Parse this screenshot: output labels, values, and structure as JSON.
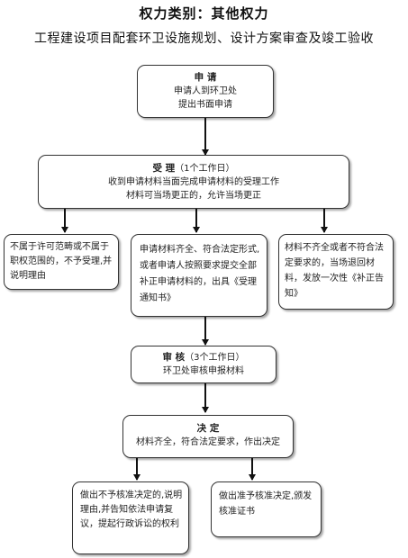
{
  "header": {
    "title": "权力类别：其他权力",
    "subtitle": "工程建设项目配套环卫设施规划、设计方案审查及竣工验收"
  },
  "steps": {
    "apply": {
      "heading": "申   请",
      "lines": [
        "申请人到环卫处",
        "提出书面申请"
      ]
    },
    "accept": {
      "heading": "受    理",
      "duration": "（1个工作日）",
      "lines": [
        "收到申请材料当面完成申请材料的受理工作",
        "材料可当场更正的，允许当场更正"
      ]
    },
    "reject_scope": {
      "text": "不属于许可范畴或不属于职权范围的，不予受理,并说明理由"
    },
    "accept_notice": {
      "text": "申请材料齐全、符合法定形式,或者申请人按照要求提交全部补正申请材料的，出具《受理通知书》"
    },
    "supplement": {
      "text": "材料不齐全或者不符合法定要求的，当场退回材料，发放一次性《补正告知》"
    },
    "review": {
      "heading": "审    核",
      "duration": "（3个工作日）",
      "lines": [
        "环卫处审核申报材料"
      ]
    },
    "decision": {
      "heading": "决   定",
      "lines": [
        "材料齐全，符合法定要求，作出决定"
      ]
    },
    "deny": {
      "text": "做出不予核准决定的,说明理由,并告知依法申请复议，提起行政诉讼的权利"
    },
    "approve": {
      "text": "做出准予核准决定,颁发核准证书"
    }
  }
}
